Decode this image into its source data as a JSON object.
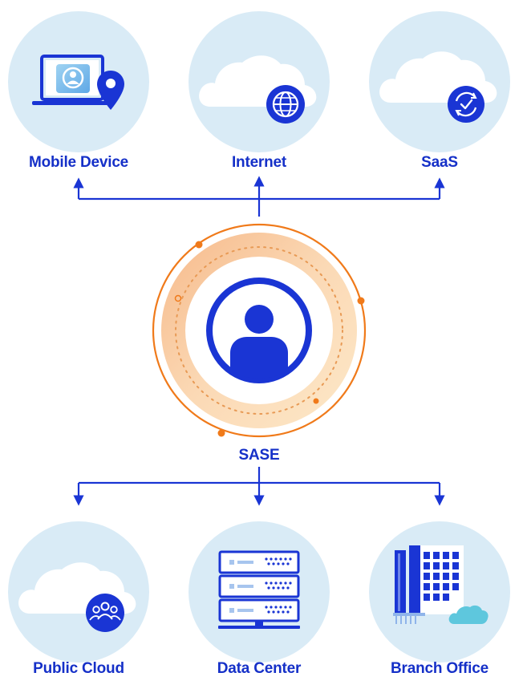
{
  "colors": {
    "primary_blue": "#1a35d4",
    "circle_fill": "#d9ebf6",
    "orange": "#f07a1a",
    "orange_light": "#f6c89a",
    "cloud_white": "#ffffff",
    "label_blue": "#1530c8"
  },
  "center": {
    "label": "SASE",
    "icon": "user-icon"
  },
  "top_nodes": [
    {
      "label": "Mobile Device",
      "icon": "laptop-location-icon"
    },
    {
      "label": "Internet",
      "icon": "globe-icon"
    },
    {
      "label": "SaaS",
      "icon": "refresh-check-icon"
    }
  ],
  "bottom_nodes": [
    {
      "label": "Public Cloud",
      "icon": "people-group-icon"
    },
    {
      "label": "Data Center",
      "icon": "server-rack-icon"
    },
    {
      "label": "Branch Office",
      "icon": "office-building-icon"
    }
  ]
}
